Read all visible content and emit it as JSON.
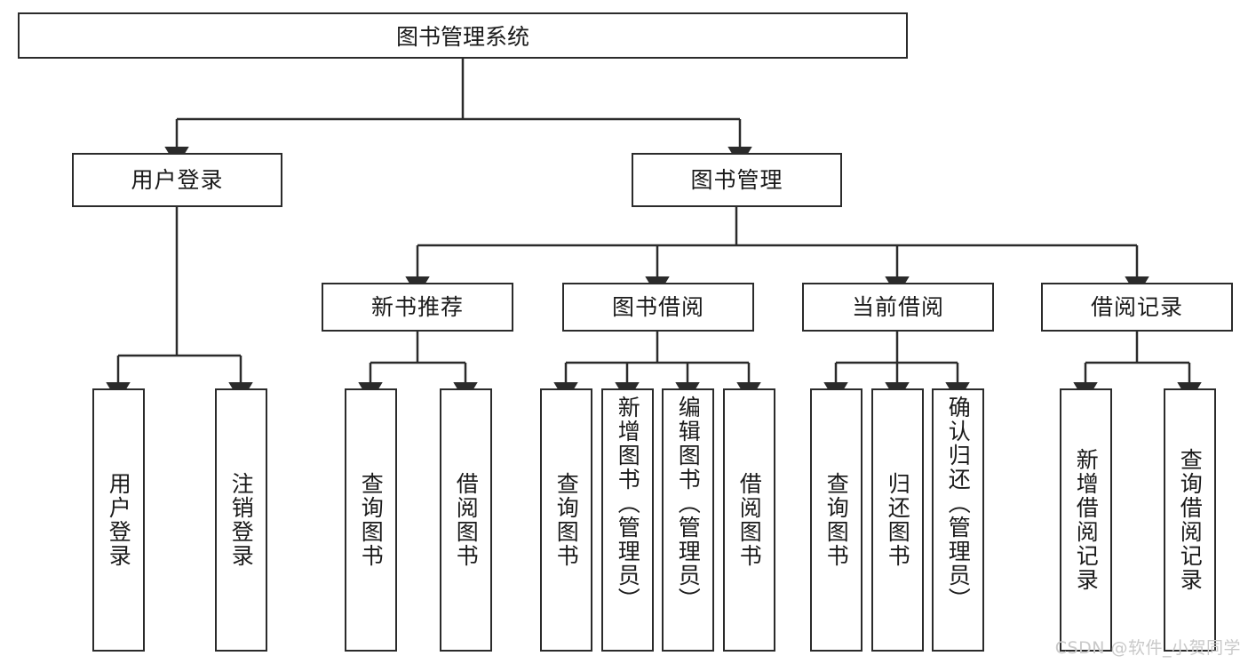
{
  "diagram": {
    "title": "图书管理系统",
    "stroke_color": "#2b2b2b",
    "fill_color": "#ffffff",
    "text_color": "#1a1a1a",
    "background": "#ffffff"
  },
  "nodes": {
    "root": {
      "label": "图书管理系统"
    },
    "level2": [
      {
        "id": "user-login",
        "label": "用户登录"
      },
      {
        "id": "book-manage",
        "label": "图书管理"
      }
    ],
    "level3": [
      {
        "id": "new-book-recommend",
        "label": "新书推荐"
      },
      {
        "id": "book-borrow",
        "label": "图书借阅"
      },
      {
        "id": "current-borrow",
        "label": "当前借阅"
      },
      {
        "id": "borrow-record",
        "label": "借阅记录"
      }
    ],
    "leaves": [
      {
        "id": "leaf-user-login",
        "label": "用户登录",
        "parent": "user-login"
      },
      {
        "id": "leaf-user-logout",
        "label": "注销登录",
        "parent": "user-login"
      },
      {
        "id": "leaf-query-book-1",
        "label": "查询图书",
        "parent": "new-book-recommend"
      },
      {
        "id": "leaf-borrow-book-1",
        "label": "借阅图书",
        "parent": "new-book-recommend"
      },
      {
        "id": "leaf-query-book-2",
        "label": "查询图书",
        "parent": "book-borrow"
      },
      {
        "id": "leaf-add-book",
        "label": "新增图书（管理员）",
        "parent": "book-borrow"
      },
      {
        "id": "leaf-edit-book",
        "label": "编辑图书（管理员）",
        "parent": "book-borrow"
      },
      {
        "id": "leaf-borrow-book-2",
        "label": "借阅图书",
        "parent": "book-borrow"
      },
      {
        "id": "leaf-query-book-3",
        "label": "查询图书",
        "parent": "current-borrow"
      },
      {
        "id": "leaf-return-book",
        "label": "归还图书",
        "parent": "current-borrow"
      },
      {
        "id": "leaf-confirm-return",
        "label": "确认归还（管理员）",
        "parent": "current-borrow"
      },
      {
        "id": "leaf-add-record",
        "label": "新增借阅记录",
        "parent": "borrow-record"
      },
      {
        "id": "leaf-query-record",
        "label": "查询借阅记录",
        "parent": "borrow-record"
      }
    ]
  },
  "watermark": {
    "text": "CSDN @软件_小贺同学"
  }
}
